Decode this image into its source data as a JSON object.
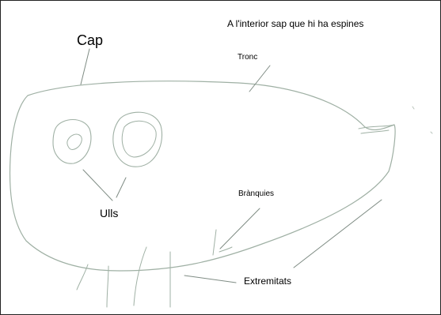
{
  "title": "A l'interior sap que hi ha espines",
  "labels": {
    "head": "Cap",
    "trunk": "Tronc",
    "eyes": "Ulls",
    "gills": "Brànquies",
    "limbs": "Extremitats"
  },
  "colors": {
    "sketch_stroke": "#9fb0a4",
    "pointer_line": "#7f8c84",
    "text": "#000000",
    "background": "#ffffff",
    "border": "#222222"
  }
}
